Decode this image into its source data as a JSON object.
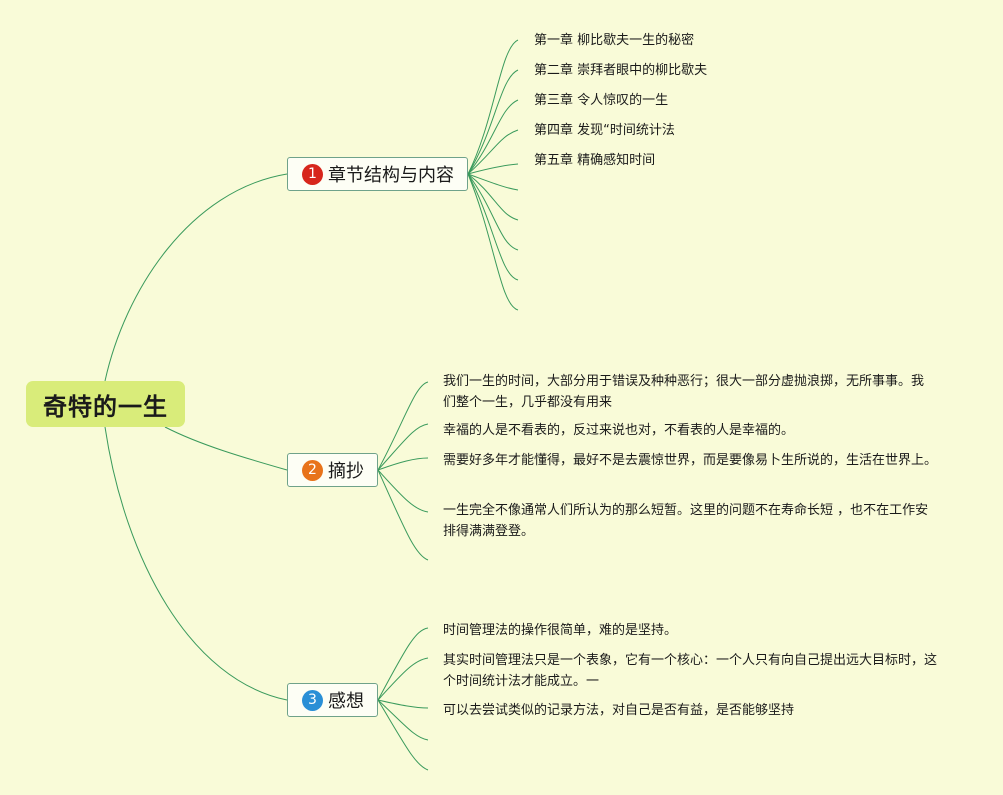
{
  "root": {
    "title": "奇特的一生",
    "color": "#d9ec7a"
  },
  "branches": [
    {
      "number": "1",
      "label": "章节结构与内容",
      "badge_color": "#d7261c",
      "leaves": [
        "第一章 柳比歇夫一生的秘密",
        "第二章 崇拜者眼中的柳比歇夫",
        "第三章 令人惊叹的一生",
        "第四章 发现“时间统计法",
        "第五章 精确感知时间"
      ]
    },
    {
      "number": "2",
      "label": "摘抄",
      "badge_color": "#e8731a",
      "leaves": [
        "我们一生的时间，大部分用于错误及种种恶行；很大一部分虚抛浪掷，无所事事。我们整个一生，几乎都没有用来",
        "幸福的人是不看表的，反过来说也对，不看表的人是幸福的。",
        "需要好多年才能懂得，最好不是去震惊世界，而是要像易卜生所说的，生活在世界上。",
        "一生完全不像通常人们所认为的那么短暂。这里的问题不在寿命长短 ，也不在工作安排得满满登登。"
      ]
    },
    {
      "number": "3",
      "label": "感想",
      "badge_color": "#2a8fd6",
      "leaves": [
        "时间管理法的操作很简单，难的是坚持。",
        "其实时间管理法只是一个表象，它有一个核心：一个人只有向自己提出远大目标时，这个时间统计法才能成立。一",
        "可以去尝试类似的记录方法，对自己是否有益，是否能够坚持"
      ]
    }
  ],
  "colors": {
    "background": "#f9fbd8",
    "link": "#3a9a5c",
    "branch_border": "#6fa28a"
  }
}
